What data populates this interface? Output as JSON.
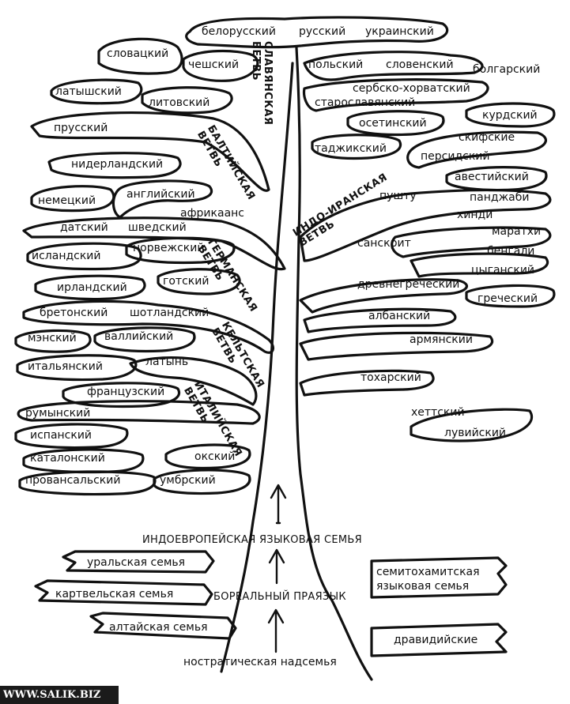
{
  "branches": {
    "slavic": "СЛАВЯНСКАЯ\nВЕТВЬ",
    "baltic": "БАЛТИЙСКАЯ\nВЕТВЬ",
    "germanic": "ГЕРМАНСКАЯ\nВЕТВЬ",
    "celtic": "КЕЛЬТСКАЯ\nВЕТВЬ",
    "italic": "ИТАЛИЙСКАЯ\nВЕТВЬ",
    "indoiranian": "ИНДО-ИРАНСКАЯ\nВЕТВЬ"
  },
  "languages": {
    "belarusian": "белорусский",
    "russian": "русский",
    "ukrainian": "украинский",
    "slovak": "словацкий",
    "czech": "чешский",
    "polish": "польский",
    "slovenian": "словенский",
    "bulgarian": "болгарский",
    "serbocroatian": "сербско-хорватский",
    "oldslavonic": "старославянский",
    "latvian": "латышский",
    "lithuanian": "литовский",
    "prussian": "прусский",
    "ossetian": "осетинский",
    "kurdish": "курдский",
    "scythian": "скифские",
    "tajik": "таджикский",
    "persian": "персидский",
    "avestan": "авестийский",
    "pashto": "пушту",
    "punjabi": "панджаби",
    "hindi": "хинди",
    "marathi": "маратхи",
    "bengali": "бенгали",
    "romani": "цыганский",
    "sanskrit": "санскрит",
    "dutch": "нидерландский",
    "german": "немецкий",
    "english": "английский",
    "afrikaans": "африкаанс",
    "danish": "датский",
    "swedish": "шведский",
    "icelandic": "исландский",
    "norwegian": "норвежский",
    "gothic": "готский",
    "irish": "ирландский",
    "breton": "бретонский",
    "scottish": "шотландский",
    "manx": "мэнский",
    "welsh": "валлийский",
    "italian": "итальянский",
    "latin": "латынь",
    "french": "французский",
    "romanian": "румынский",
    "spanish": "испанский",
    "catalan": "каталонский",
    "provencal": "провансальский",
    "oscan": "окский",
    "umbrian": "умбрский",
    "ancientgreek": "древнегреческий",
    "greek": "греческий",
    "albanian": "албанский",
    "armenian": "армянский",
    "tocharian": "тохарский",
    "hittite": "хеттский",
    "luwian": "лувийский"
  },
  "trunk": {
    "indoeuropean": "ИНДОЕВРОПЕЙСКАЯ ЯЗЫКОВАЯ СЕМЬЯ",
    "boreal": "БОРЕАЛЬНЫЙ ПРАЯЗЫК",
    "nostratic": "ностратическая надсемья"
  },
  "ribbons": {
    "uralic": "уральская семья",
    "kartvelian": "картвельская семья",
    "altaic": "алтайская семья",
    "semitohamitic_1": "семитохамитская",
    "semitohamitic_2": "языковая семья",
    "dravidian": "дравидийские"
  },
  "watermark": "WWW.SALIK.BIZ"
}
